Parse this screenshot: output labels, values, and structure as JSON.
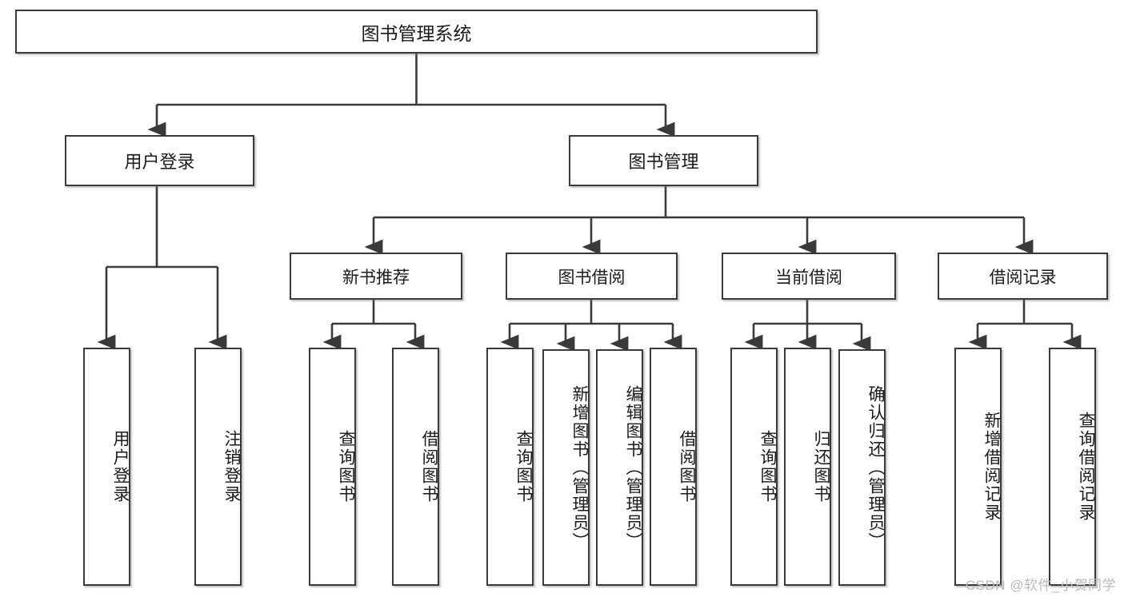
{
  "diagram": {
    "type": "tree",
    "title": "图书管理系统",
    "orientation": "top-down",
    "colors": {
      "box_border": "#3a3a3a",
      "box_fill": "#ffffff",
      "edge": "#3a3a3a",
      "text": "#1a1a1a",
      "watermark": "#b9b9b9"
    },
    "root": {
      "id": "root",
      "label": "图书管理系统"
    },
    "level2": [
      {
        "id": "user-login",
        "label": "用户登录"
      },
      {
        "id": "book-manage",
        "label": "图书管理"
      }
    ],
    "level3": [
      {
        "id": "new-book-rec",
        "label": "新书推荐",
        "parent": "book-manage"
      },
      {
        "id": "book-borrow",
        "label": "图书借阅",
        "parent": "book-manage"
      },
      {
        "id": "current-borrow",
        "label": "当前借阅",
        "parent": "book-manage"
      },
      {
        "id": "borrow-record",
        "label": "借阅记录",
        "parent": "book-manage"
      }
    ],
    "leaves": [
      {
        "id": "leaf-user-login",
        "label": "用户登录",
        "parent": "user-login"
      },
      {
        "id": "leaf-user-logout",
        "label": "注销登录",
        "parent": "user-login"
      },
      {
        "id": "leaf-rec-query-book",
        "label": "查询图书",
        "parent": "new-book-rec"
      },
      {
        "id": "leaf-rec-borrow-book",
        "label": "借阅图书",
        "parent": "new-book-rec"
      },
      {
        "id": "leaf-borrow-query-book",
        "label": "查询图书",
        "parent": "book-borrow"
      },
      {
        "id": "leaf-borrow-add-book",
        "label": "新增图书（管理员）",
        "parent": "book-borrow"
      },
      {
        "id": "leaf-borrow-edit-book",
        "label": "编辑图书（管理员）",
        "parent": "book-borrow"
      },
      {
        "id": "leaf-borrow-borrow-book",
        "label": "借阅图书",
        "parent": "book-borrow"
      },
      {
        "id": "leaf-cur-query-book",
        "label": "查询图书",
        "parent": "current-borrow"
      },
      {
        "id": "leaf-cur-return-book",
        "label": "归还图书",
        "parent": "current-borrow"
      },
      {
        "id": "leaf-cur-confirm-return",
        "label": "确认归还（管理员）",
        "parent": "current-borrow"
      },
      {
        "id": "leaf-rec-add-record",
        "label": "新增借阅记录",
        "parent": "borrow-record"
      },
      {
        "id": "leaf-rec-query-record",
        "label": "查询借阅记录",
        "parent": "borrow-record"
      }
    ]
  },
  "watermark": {
    "text": "CSDN @软件_小贺同学"
  }
}
